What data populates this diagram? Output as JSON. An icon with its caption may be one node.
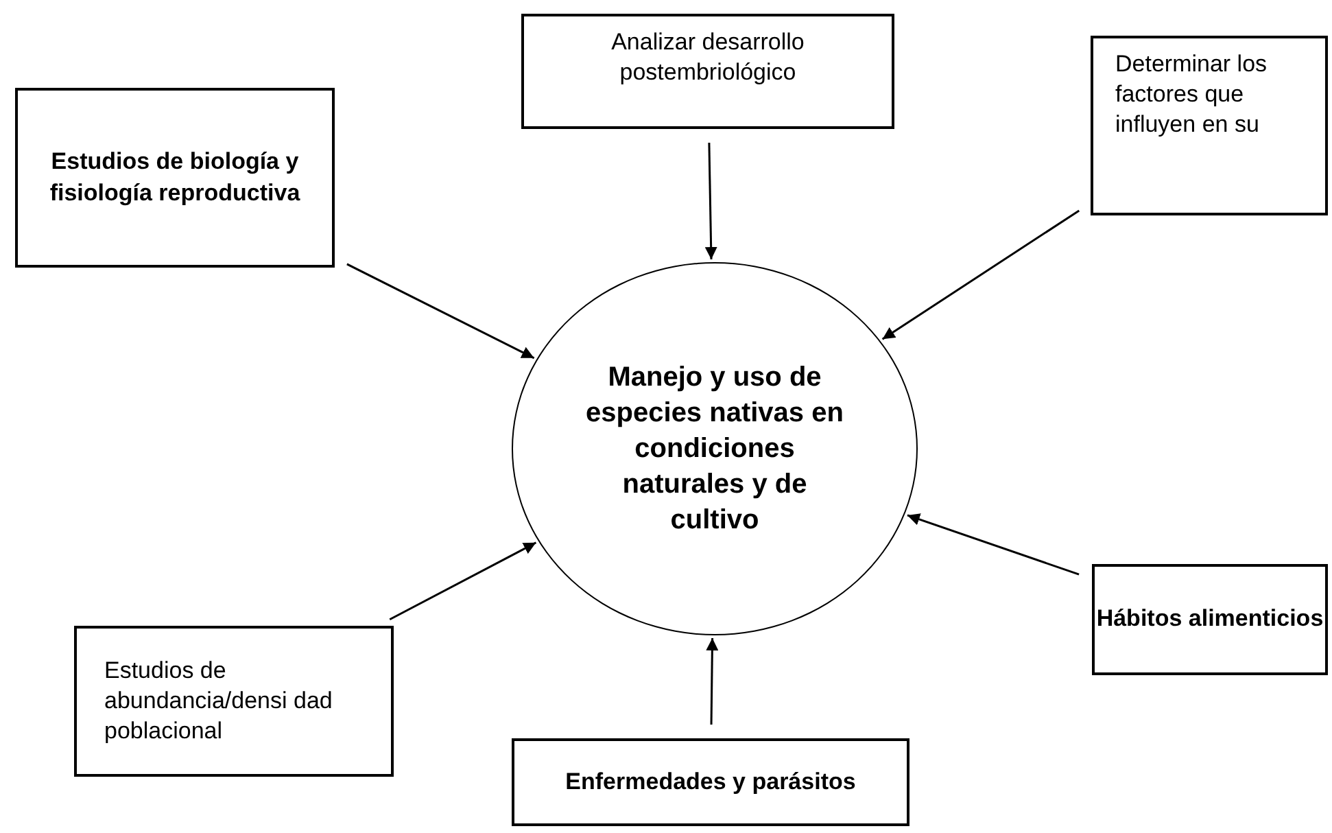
{
  "diagram": {
    "nodes": [
      {
        "text": [
          "Analizar desarrollo postembriológico"
        ]
      },
      {
        "text": [
          "Estudios de biología  y fisiología reproductiva"
        ]
      },
      {
        "text": [
          "Determinar los factores que influyen en su"
        ]
      },
      {
        "text": [
          "Manejo y uso de especies nativas en condiciones naturales y de cultivo"
        ]
      },
      {
        "text": [
          "Estudios de abundancia/densi dad poblacional"
        ]
      },
      {
        "text": [
          "Hábitos alimenticios"
        ]
      },
      {
        "text": [
          "Enfermedades y parásitos"
        ]
      }
    ],
    "edges": [
      {
        "from": 0,
        "to": 3,
        "arrow": "to"
      },
      {
        "from": 1,
        "to": 3,
        "arrow": "to"
      },
      {
        "from": 2,
        "to": 3,
        "arrow": "to"
      },
      {
        "from": 4,
        "to": 3,
        "arrow": "to"
      },
      {
        "from": 5,
        "to": 3,
        "arrow": "to"
      },
      {
        "from": 6,
        "to": 3,
        "arrow": "to"
      }
    ]
  }
}
